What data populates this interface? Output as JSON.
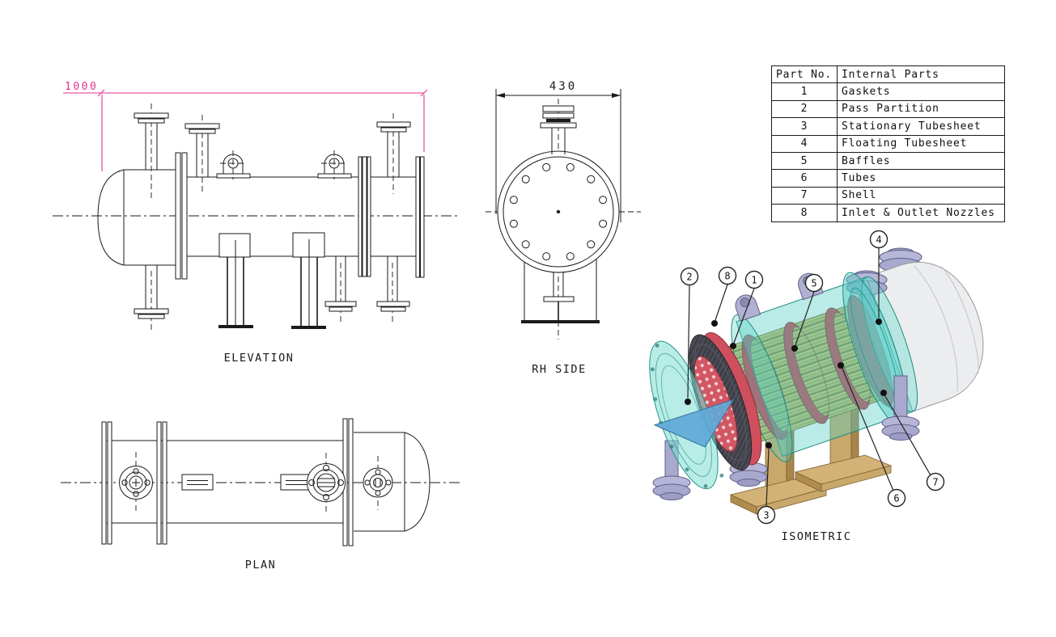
{
  "views": {
    "elevation": {
      "label": "ELEVATION",
      "dimension": {
        "value": "1000",
        "color": "#e0338f"
      }
    },
    "rh_side": {
      "label": "RH SIDE",
      "dimension": {
        "value": "430"
      }
    },
    "plan": {
      "label": "PLAN"
    },
    "isometric": {
      "label": "ISOMETRIC"
    }
  },
  "parts_table": {
    "headers": [
      "Part No.",
      "Internal Parts"
    ],
    "rows": [
      {
        "no": "1",
        "name": "Gaskets"
      },
      {
        "no": "2",
        "name": "Pass Partition"
      },
      {
        "no": "3",
        "name": "Stationary Tubesheet"
      },
      {
        "no": "4",
        "name": "Floating Tubesheet"
      },
      {
        "no": "5",
        "name": "Baffles"
      },
      {
        "no": "6",
        "name": "Tubes"
      },
      {
        "no": "7",
        "name": "Shell"
      },
      {
        "no": "8",
        "name": "Inlet & Outlet Nozzles"
      }
    ]
  },
  "callouts": [
    {
      "label": "2"
    },
    {
      "label": "8"
    },
    {
      "label": "1"
    },
    {
      "label": "5"
    },
    {
      "label": "4"
    },
    {
      "label": "3"
    },
    {
      "label": "6"
    },
    {
      "label": "7"
    }
  ],
  "colors": {
    "background": "#ffffff",
    "line": "#1a1a1a",
    "dimension_accent": "#e0338f",
    "shell_teal": "#49c9bd",
    "tubes_yellow": "#c9c36a",
    "baffle_red": "#c54353",
    "flange_lavender": "#a6a6cc",
    "support_tan": "#c9a86b",
    "head_gray": "#ebebed",
    "gasket_dark": "#46464e",
    "pass_partition_blue": "#5fa8d8"
  }
}
